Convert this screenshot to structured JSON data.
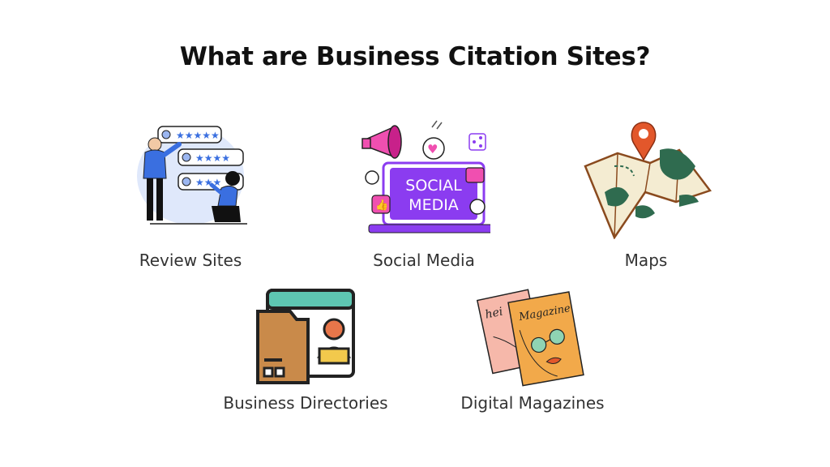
{
  "title": "What are Business Citation Sites?",
  "items": [
    {
      "label": "Review Sites",
      "icon": "review-sites-illustration"
    },
    {
      "label": "Social Media",
      "icon": "social-media-illustration",
      "screen_text": [
        "SOCIAL",
        "MEDIA"
      ]
    },
    {
      "label": "Maps",
      "icon": "map-pin-illustration"
    },
    {
      "label": "Business Directories",
      "icon": "directory-folder-illustration"
    },
    {
      "label": "Digital Magazines",
      "icon": "magazines-illustration"
    }
  ],
  "colors": {
    "title": "#111111",
    "label": "#333333",
    "social_purple": "#8b3cf0",
    "review_blue": "#3a6fe0",
    "map_green": "#2f6b4f",
    "map_pin": "#e2572b",
    "directory_teal": "#5ec6b2",
    "magazine_orange": "#f2a94a"
  }
}
